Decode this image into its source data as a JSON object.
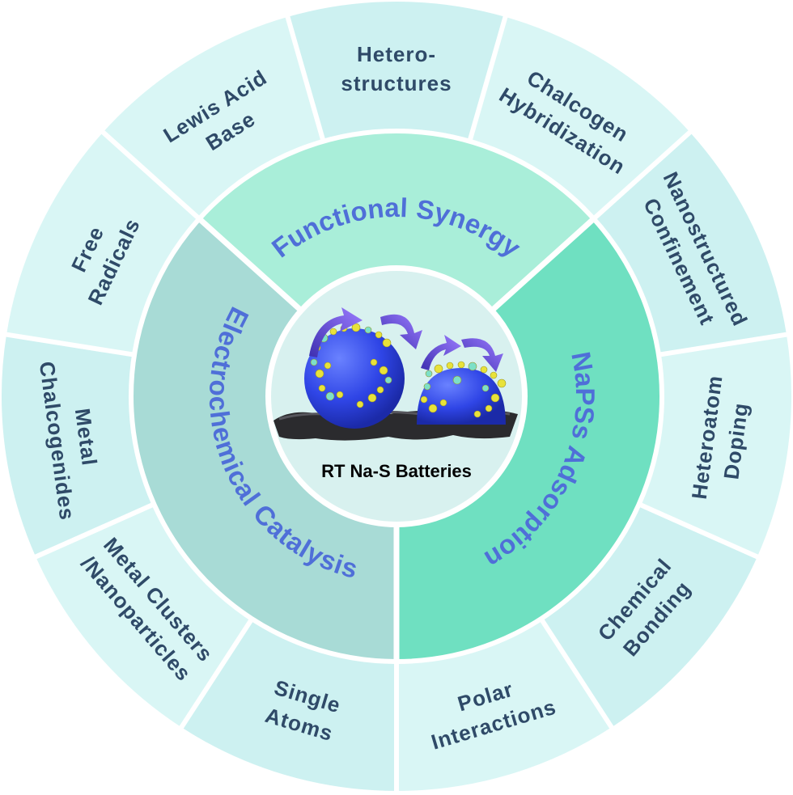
{
  "center": {
    "label": "RT Na-S Batteries",
    "illustration": "sodium-polysulfide-particles-illustration"
  },
  "categories": [
    {
      "id": "functional",
      "label": "Functional Synergy",
      "color": "#a9eed9"
    },
    {
      "id": "adsorption",
      "label": "NaPSs Adsorption",
      "color": "#6fe0c1"
    },
    {
      "id": "catalysis",
      "label": "Electrochemical Catalysis",
      "color": "#a8dbd6"
    }
  ],
  "outer_segments": [
    {
      "category": "functional",
      "lines": [
        "Lewis Acid",
        "Base"
      ]
    },
    {
      "category": "functional",
      "lines": [
        "Hetero-",
        "structures"
      ]
    },
    {
      "category": "functional",
      "lines": [
        "Chalcogen",
        "Hybridization"
      ]
    },
    {
      "category": "adsorption",
      "lines": [
        "Nanostructured",
        "Confinement"
      ]
    },
    {
      "category": "adsorption",
      "lines": [
        "Heteroatom",
        "Doping"
      ]
    },
    {
      "category": "adsorption",
      "lines": [
        "Chemical",
        "Bonding"
      ]
    },
    {
      "category": "adsorption",
      "lines": [
        "Polar",
        "Interactions"
      ]
    },
    {
      "category": "catalysis",
      "lines": [
        "Single",
        "Atoms"
      ]
    },
    {
      "category": "catalysis",
      "lines": [
        "Metal Clusters",
        "/Nanoparticles"
      ]
    },
    {
      "category": "catalysis",
      "lines": [
        "Metal",
        "Chalcogenides"
      ]
    },
    {
      "category": "catalysis",
      "lines": [
        "Free",
        "Radicals"
      ]
    }
  ],
  "colors": {
    "outer_ring": "#d9f6f5",
    "outer_ring_alt": "#cdf1f1",
    "center_disc": "#d8f1ef",
    "separator": "#ffffff",
    "outer_text": "#2f4a68",
    "mid_text": "#4f6fd8"
  }
}
